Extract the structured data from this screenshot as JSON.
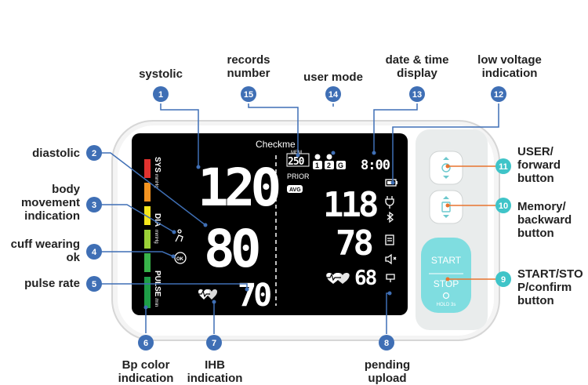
{
  "device": {
    "brand": "Checkme",
    "display": {
      "sys_label": "SYS",
      "sys_unit": "mmHg",
      "dia_label": "DIA",
      "dia_unit": "mmHg",
      "pulse_label": "PULSE",
      "pulse_unit": "/min",
      "systolic": "120",
      "diastolic": "80",
      "pulse": "70",
      "records_number": "250",
      "mem_tag": "MEM",
      "prior_label": "PRIOR",
      "avg_label": "AVG",
      "user_1": "1",
      "user_2": "2",
      "user_guest": "G",
      "time": "8:00",
      "right_sys": "118",
      "right_dia": "78",
      "right_pulse": "68"
    },
    "buttons": {
      "start": "START",
      "stop": "STOP",
      "hold": "HOLD 3s"
    }
  },
  "callouts": [
    {
      "num": "1",
      "label": "systolic"
    },
    {
      "num": "2",
      "label": "diastolic"
    },
    {
      "num": "3",
      "label": "body movement indication",
      "lines": [
        "body",
        "movement",
        "indication"
      ]
    },
    {
      "num": "4",
      "label": "cuff wearing ok",
      "lines": [
        "cuff wearing",
        "ok"
      ]
    },
    {
      "num": "5",
      "label": "pulse rate"
    },
    {
      "num": "6",
      "label": "Bp color indication",
      "lines": [
        "Bp color",
        "indication"
      ]
    },
    {
      "num": "7",
      "label": "IHB indication",
      "lines": [
        "IHB",
        "indication"
      ]
    },
    {
      "num": "8",
      "label": "pending upload",
      "lines": [
        "pending",
        "upload"
      ]
    },
    {
      "num": "9",
      "label": "START/STOP/confirm button",
      "lines": [
        "START/STO",
        "P/confirm",
        "button"
      ]
    },
    {
      "num": "10",
      "label": "Memory/backward button",
      "lines": [
        "Memory/",
        "backward",
        "button"
      ]
    },
    {
      "num": "11",
      "label": "USER/forward button",
      "lines": [
        "USER/",
        "forward",
        "button"
      ]
    },
    {
      "num": "12",
      "label": "low voltage indication",
      "lines": [
        "low voltage",
        "indication"
      ]
    },
    {
      "num": "13",
      "label": "date & time display",
      "lines": [
        "date & time",
        "display"
      ]
    },
    {
      "num": "14",
      "label": "user mode"
    },
    {
      "num": "15",
      "label": "records number",
      "lines": [
        "records",
        "number"
      ]
    }
  ],
  "colors": {
    "callout_blue": "#3f6fb5",
    "callout_teal": "#3fc4c8",
    "callout_orange": "#e8742e",
    "screen": "#000000",
    "bp_scale": [
      "#e0322f",
      "#f39321",
      "#f4e61c",
      "#9bd137",
      "#38b34a",
      "#1e9e48"
    ]
  }
}
